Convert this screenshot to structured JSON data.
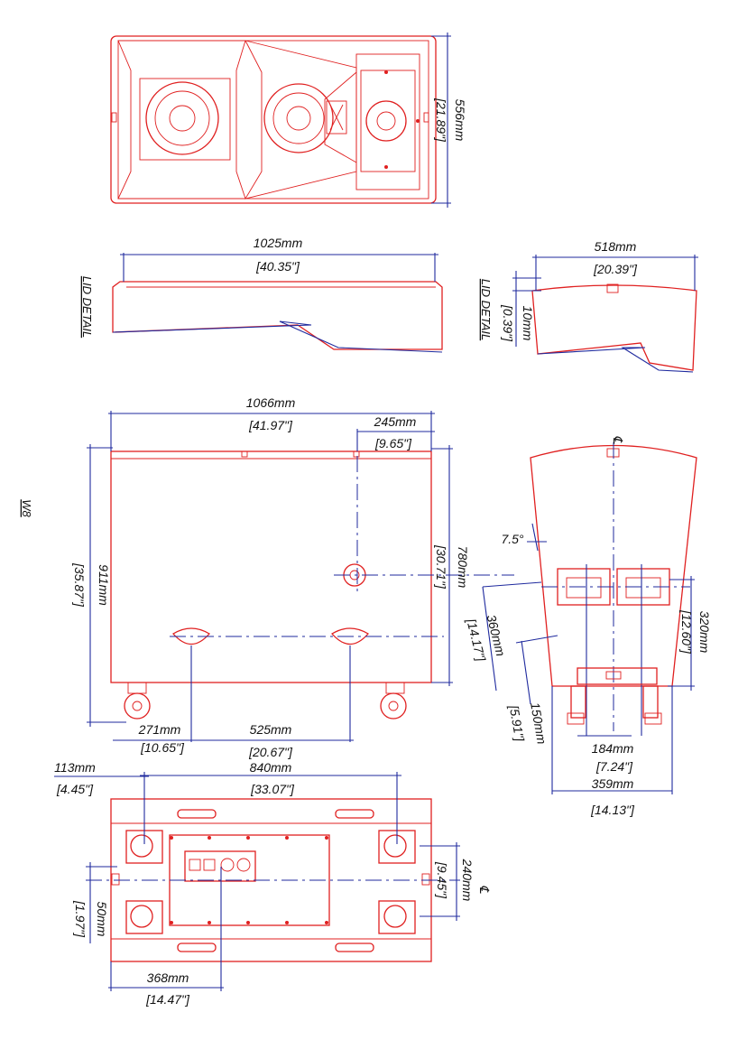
{
  "colors": {
    "outline": "#e02020",
    "dimension": "#1f2a9e",
    "text": "#111111"
  },
  "labels": {
    "top_height_mm": "556mm",
    "top_height_in": "[21.89\"]",
    "lid_width_mm": "1025mm",
    "lid_width_in": "[40.35\"]",
    "lid_detail_1": "LID DETAIL",
    "lid_side_width_mm": "518mm",
    "lid_side_width_in": "[20.39\"]",
    "lid_detail_2": "LID DETAIL",
    "lid_thick_mm": "10mm",
    "lid_thick_in": "[0.39\"]",
    "front_width_mm": "1066mm",
    "front_width_in": "[41.97\"]",
    "offset_mm": "245mm",
    "offset_in": "[9.65\"]",
    "front_height_mm": "911mm",
    "front_height_in": "[35.87\"]",
    "inner_height_mm": "780mm",
    "inner_height_in": "[30.71\"]",
    "model": "W8",
    "handle_left_mm": "271mm",
    "handle_left_in": "[10.65\"]",
    "handle_span_mm": "525mm",
    "handle_span_in": "[20.67\"]",
    "angle": "7.5°",
    "side_mid_mm": "360mm",
    "side_mid_in": "[14.17\"]",
    "side_low_mm": "150mm",
    "side_low_in": "[5.91\"]",
    "side_handle_mm": "320mm",
    "side_handle_in": "[12.60\"]",
    "side_base_mm": "184mm",
    "side_base_in": "[7.24\"]",
    "side_width_mm": "359mm",
    "side_width_in": "[14.13\"]",
    "centerline_1": "℄",
    "centerline_2": "℄",
    "bottom_left_mm": "113mm",
    "bottom_left_in": "[4.45\"]",
    "bottom_span_mm": "840mm",
    "bottom_span_in": "[33.07\"]",
    "bottom_depth_mm": "240mm",
    "bottom_depth_in": "[9.45\"]",
    "bottom_small_mm": "50mm",
    "bottom_small_in": "[1.97\"]",
    "bottom_offset_mm": "368mm",
    "bottom_offset_in": "[14.47\"]"
  }
}
